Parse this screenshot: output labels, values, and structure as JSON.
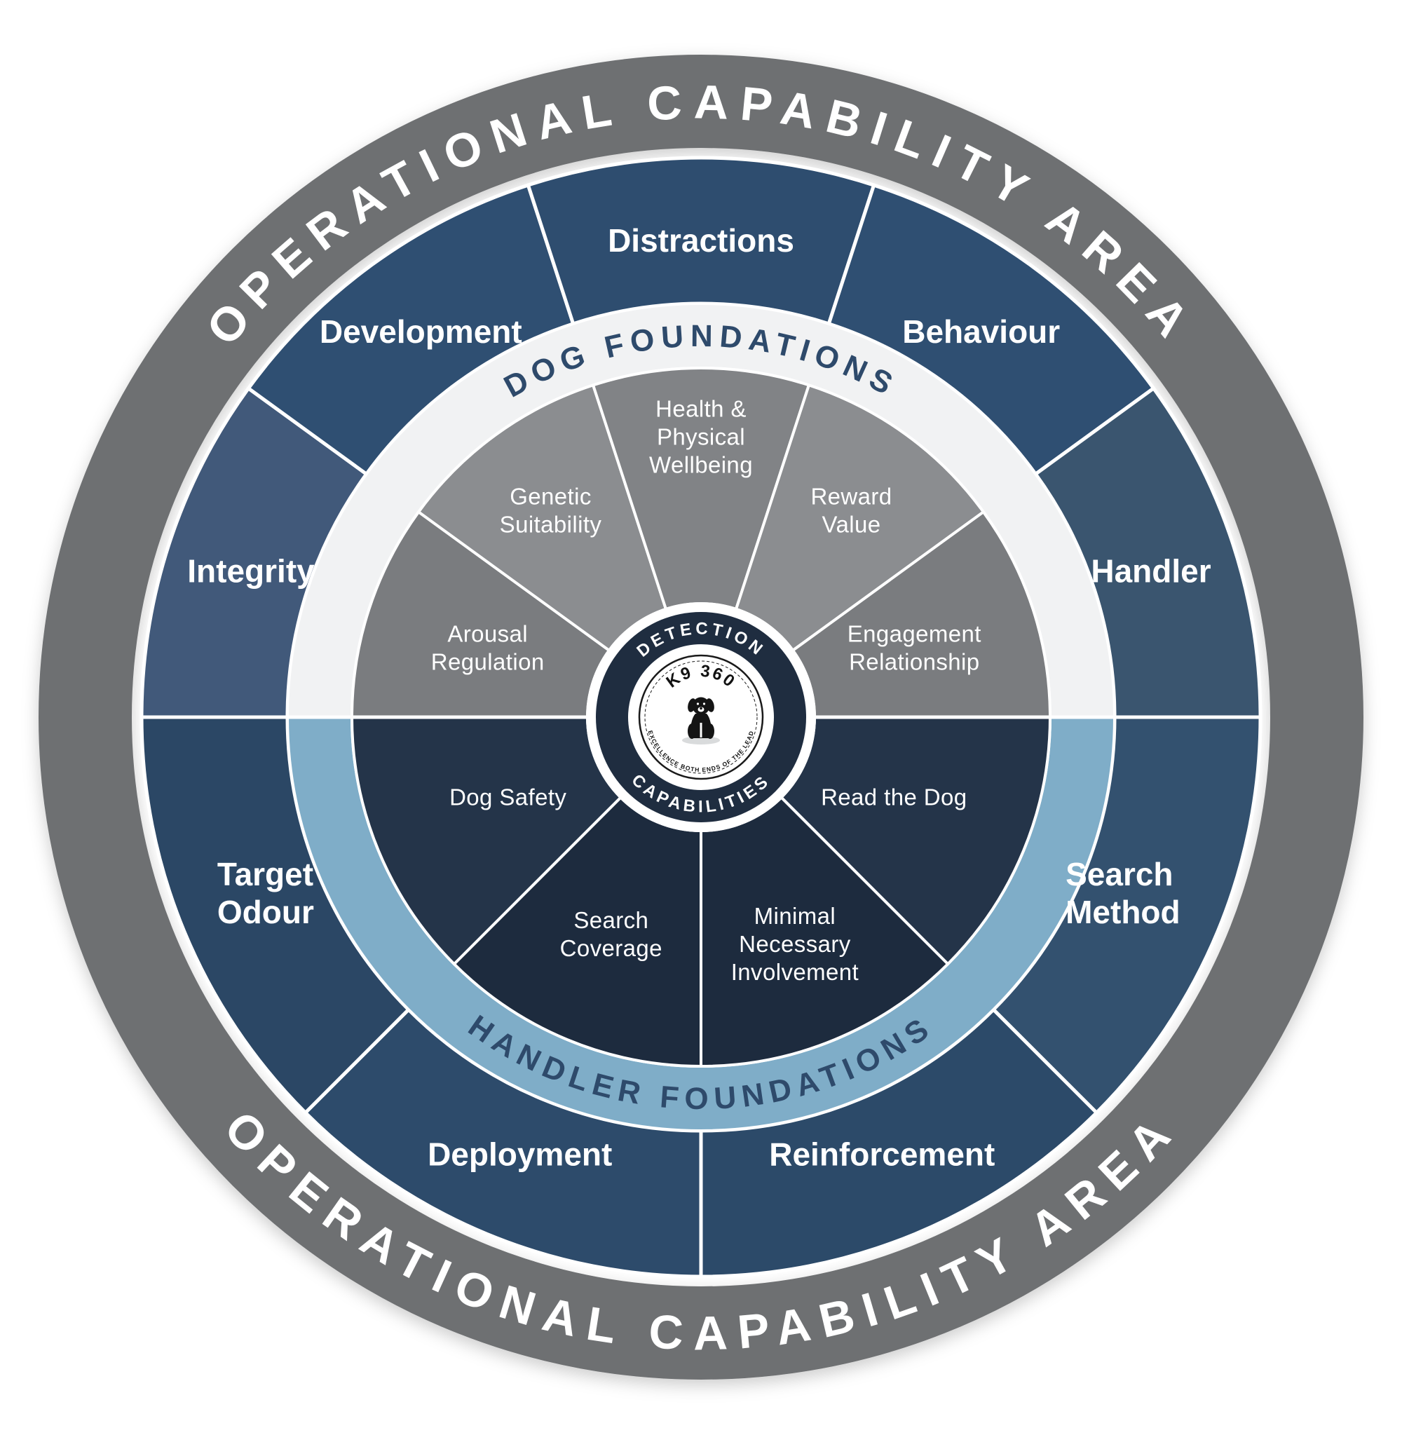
{
  "page": {
    "background": "#ffffff"
  },
  "outer_ring": {
    "label_top": "OPERATIONAL CAPABILITY AREA",
    "label_bottom": "OPERATIONAL CAPABILITY AREA",
    "color": "#6e7072",
    "text_color": "#ffffff"
  },
  "outer_segments": [
    {
      "label": "Integrity",
      "lines": [
        "Integrity"
      ],
      "color": "#41597a"
    },
    {
      "label": "Development",
      "lines": [
        "Development"
      ],
      "color": "#2f4f72"
    },
    {
      "label": "Distractions",
      "lines": [
        "Distractions"
      ],
      "color": "#2e4d6f"
    },
    {
      "label": "Behaviour",
      "lines": [
        "Behaviour"
      ],
      "color": "#2f4f72"
    },
    {
      "label": "Handler",
      "lines": [
        "Handler"
      ],
      "color": "#3a556f"
    },
    {
      "label": "Search Method",
      "lines": [
        "Search",
        "Method"
      ],
      "color": "#33516f",
      "align": "left"
    },
    {
      "label": "Reinforcement",
      "lines": [
        "Reinforcement"
      ],
      "color": "#2c4a69"
    },
    {
      "label": "Deployment",
      "lines": [
        "Deployment"
      ],
      "color": "#2d4b6b"
    },
    {
      "label": "Target Odour",
      "lines": [
        "Target",
        "Odour"
      ],
      "color": "#2b4765",
      "align": "left"
    }
  ],
  "foundations_ring": {
    "dog_label": "DOG FOUNDATIONS",
    "handler_label": "HANDLER FOUNDATIONS",
    "dog_color": "#f1f2f3",
    "handler_color": "#7fadc8",
    "text_color": "#2e4a6b"
  },
  "inner_wedges": [
    {
      "label": "Arousal Regulation",
      "lines": [
        "Arousal",
        "Regulation"
      ],
      "color": "#7a7c7f"
    },
    {
      "label": "Genetic Suitability",
      "lines": [
        "Genetic",
        "Suitability"
      ],
      "color": "#8b8d90"
    },
    {
      "label": "Health & Physical Wellbeing",
      "lines": [
        "Health &",
        "Physical",
        "Wellbeing"
      ],
      "color": "#818386"
    },
    {
      "label": "Reward Value",
      "lines": [
        "Reward",
        "Value"
      ],
      "color": "#8b8d90"
    },
    {
      "label": "Engagement Relationship",
      "lines": [
        "Engagement",
        "Relationship"
      ],
      "color": "#7a7c7f"
    },
    {
      "label": "Read the Dog",
      "lines": [
        "Read the Dog"
      ],
      "color": "#243449"
    },
    {
      "label": "Minimal Necessary Involvement",
      "lines": [
        "Minimal",
        "Necessary",
        "Involvement"
      ],
      "color": "#1d2b3e"
    },
    {
      "label": "Search Coverage",
      "lines": [
        "Search",
        "Coverage"
      ],
      "color": "#1d2b3e"
    },
    {
      "label": "Dog Safety",
      "lines": [
        "Dog Safety"
      ],
      "color": "#243449"
    }
  ],
  "center": {
    "ring_color": "#1f2d40",
    "label_top": "DETECTION",
    "label_bottom": "CAPABILITIES",
    "logo": {
      "name": "K9 360",
      "motto": "EXCELLENCE BOTH ENDS OF THE LEAD",
      "icon": "dog-silhouette"
    }
  }
}
